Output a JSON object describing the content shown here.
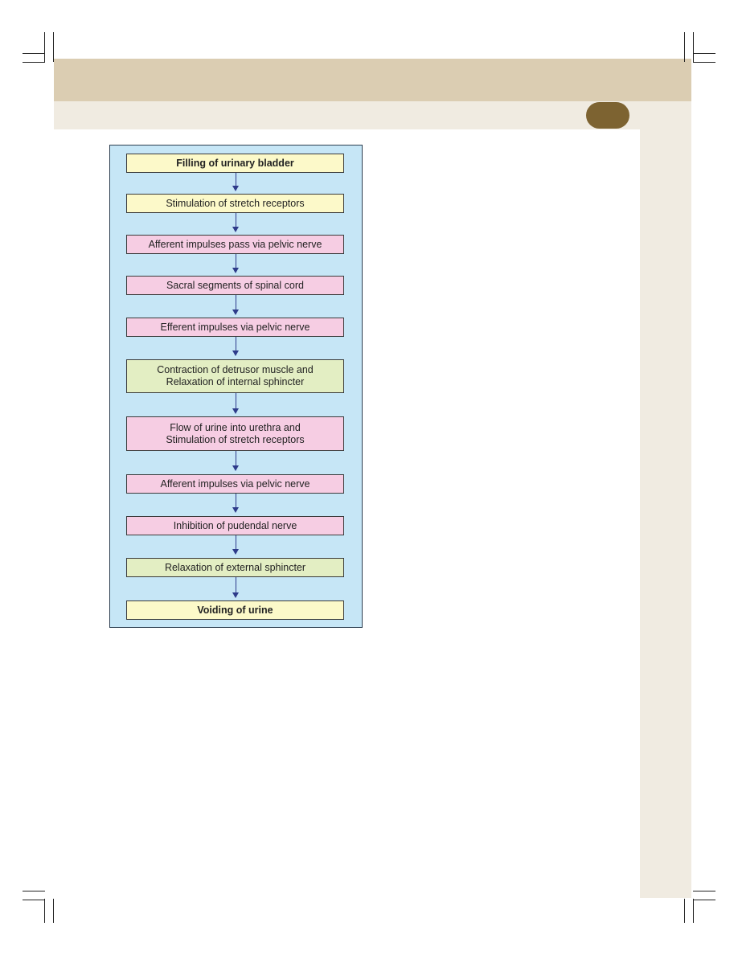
{
  "flowchart": {
    "steps": [
      {
        "label": "Filling of urinary bladder",
        "color": "yellow",
        "bold": true
      },
      {
        "label": "Stimulation of stretch receptors",
        "color": "yellow",
        "bold": false
      },
      {
        "label": "Afferent impulses pass via pelvic nerve",
        "color": "pink",
        "bold": false
      },
      {
        "label": "Sacral segments of spinal cord",
        "color": "pink",
        "bold": false
      },
      {
        "label": "Efferent impulses via pelvic nerve",
        "color": "pink",
        "bold": false
      },
      {
        "label": "Contraction of detrusor muscle and\nRelaxation of internal sphincter",
        "color": "green",
        "bold": false
      },
      {
        "label": "Flow of urine into urethra and\nStimulation of stretch receptors",
        "color": "pink",
        "bold": false
      },
      {
        "label": "Afferent impulses via pelvic nerve",
        "color": "pink",
        "bold": false
      },
      {
        "label": "Inhibition of pudendal nerve",
        "color": "pink",
        "bold": false
      },
      {
        "label": "Relaxation of external sphincter",
        "color": "green",
        "bold": false
      },
      {
        "label": "Voiding of urine",
        "color": "yellow",
        "bold": true
      }
    ]
  },
  "colors": {
    "header": "#dbcdb2",
    "band": "#f0ebe1",
    "tab": "#7d6331",
    "panel": "#c6e6f6",
    "arrow": "#2e3b8a"
  }
}
